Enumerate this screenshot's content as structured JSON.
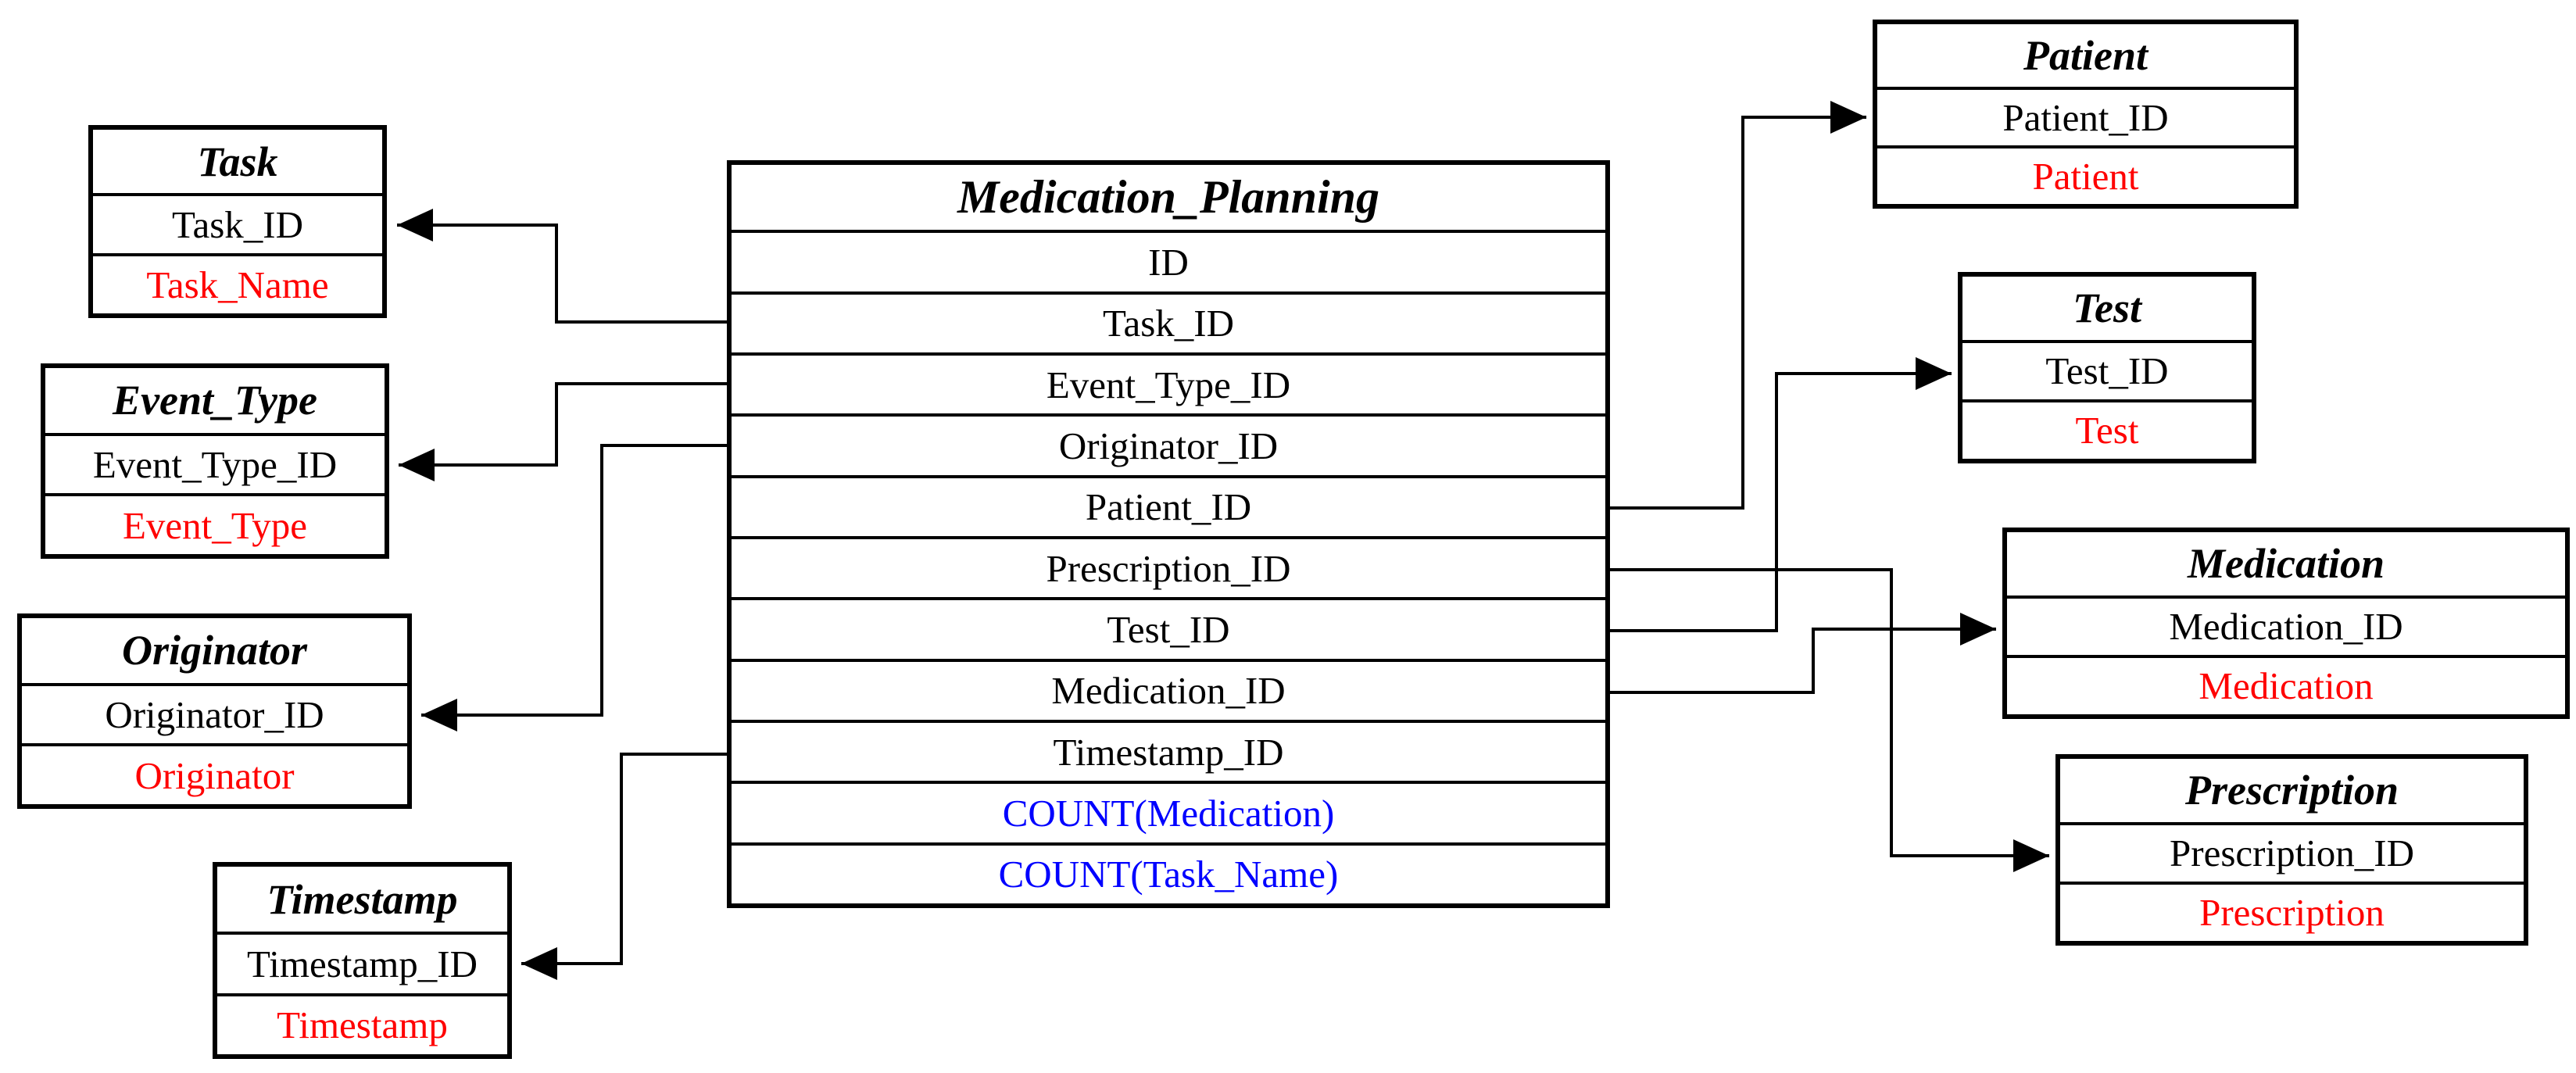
{
  "diagram": {
    "type": "star-schema-er-diagram",
    "colors": {
      "line": "#000000",
      "attribute_text": "#ff0000",
      "measure_text": "#0000ff",
      "key_text": "#000000",
      "background": "#ffffff"
    },
    "fact_table": {
      "name": "Medication_Planning",
      "fields": [
        "ID",
        "Task_ID",
        "Event_Type_ID",
        "Originator_ID",
        "Patient_ID",
        "Prescription_ID",
        "Test_ID",
        "Medication_ID",
        "Timestamp_ID"
      ],
      "measures": [
        "COUNT(Medication)",
        "COUNT(Task_Name)"
      ]
    },
    "dimension_tables": {
      "task": {
        "name": "Task",
        "key": "Task_ID",
        "attribute": "Task_Name"
      },
      "event_type": {
        "name": "Event_Type",
        "key": "Event_Type_ID",
        "attribute": "Event_Type"
      },
      "originator": {
        "name": "Originator",
        "key": "Originator_ID",
        "attribute": "Originator"
      },
      "timestamp": {
        "name": "Timestamp",
        "key": "Timestamp_ID",
        "attribute": "Timestamp"
      },
      "patient": {
        "name": "Patient",
        "key": "Patient_ID",
        "attribute": "Patient"
      },
      "test": {
        "name": "Test",
        "key": "Test_ID",
        "attribute": "Test"
      },
      "medication": {
        "name": "Medication",
        "key": "Medication_ID",
        "attribute": "Medication"
      },
      "prescription": {
        "name": "Prescription",
        "key": "Prescription_ID",
        "attribute": "Prescription"
      }
    },
    "relationships": [
      {
        "from": "Medication_Planning.Task_ID",
        "to": "Task.Task_ID"
      },
      {
        "from": "Medication_Planning.Event_Type_ID",
        "to": "Event_Type.Event_Type_ID"
      },
      {
        "from": "Medication_Planning.Originator_ID",
        "to": "Originator.Originator_ID"
      },
      {
        "from": "Medication_Planning.Timestamp_ID",
        "to": "Timestamp.Timestamp_ID"
      },
      {
        "from": "Medication_Planning.Patient_ID",
        "to": "Patient.Patient_ID"
      },
      {
        "from": "Medication_Planning.Prescription_ID",
        "to": "Prescription.Prescription_ID"
      },
      {
        "from": "Medication_Planning.Test_ID",
        "to": "Test.Test_ID"
      },
      {
        "from": "Medication_Planning.Medication_ID",
        "to": "Medication.Medication_ID"
      }
    ]
  }
}
